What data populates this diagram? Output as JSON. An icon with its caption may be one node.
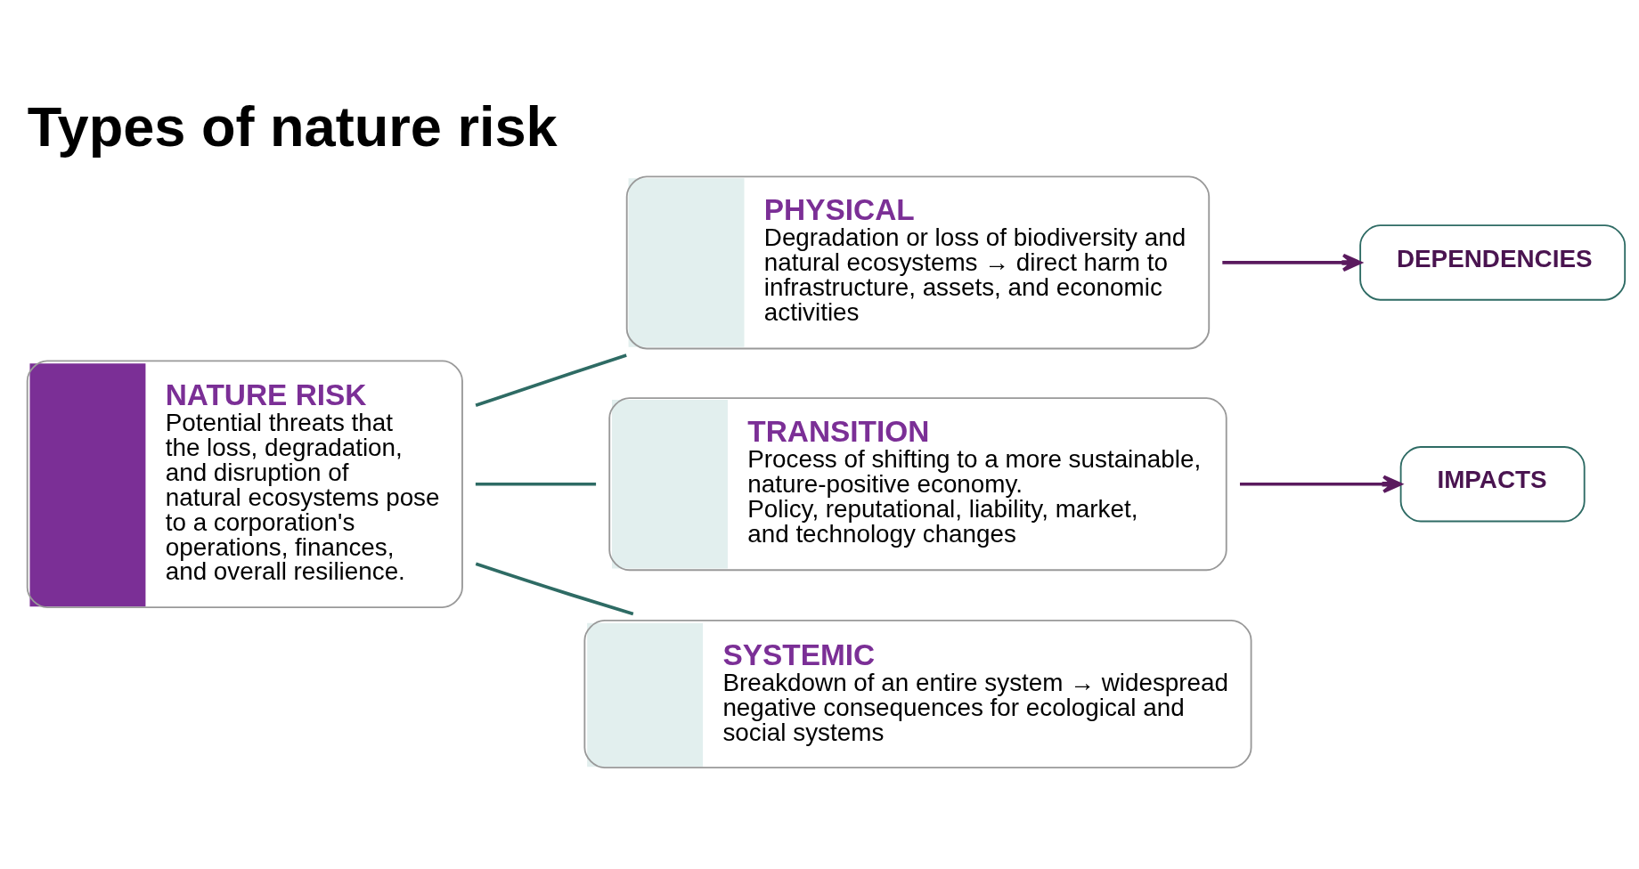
{
  "diagram": {
    "title": "Types of nature risk",
    "nodes": [
      {
        "text": [
          "NATURE RISK",
          "Potential threats that the loss, degradation, and disruption of natural ecosystems pose to a corporation's operations, finances, and overall resilience."
        ]
      },
      {
        "text": [
          "PHYSICAL",
          "Degradation or loss of biodiversity and natural ecosystems → direct harm to infrastructure, assets, and economic activities"
        ]
      },
      {
        "text": [
          "TRANSITION",
          "Process of shifting to a more sustainable, nature-positive economy.",
          "Policy, reputational, liability, market, and technology changes"
        ]
      },
      {
        "text": [
          "SYSTEMIC",
          "Breakdown of an entire system → widespread negative consequences for ecological and social systems"
        ]
      },
      {
        "text": [
          "DEPENDENCIES"
        ]
      },
      {
        "text": [
          "IMPACTS"
        ]
      }
    ],
    "edges": [
      {
        "from": 0,
        "to": 1,
        "arrow": "none"
      },
      {
        "from": 0,
        "to": 2,
        "arrow": "none"
      },
      {
        "from": 0,
        "to": 3,
        "arrow": "none"
      },
      {
        "from": 1,
        "to": 4,
        "arrow": "to",
        "color": "#5a1a5e"
      },
      {
        "from": 2,
        "to": 5,
        "arrow": "to",
        "color": "#5a1a5e"
      }
    ]
  }
}
